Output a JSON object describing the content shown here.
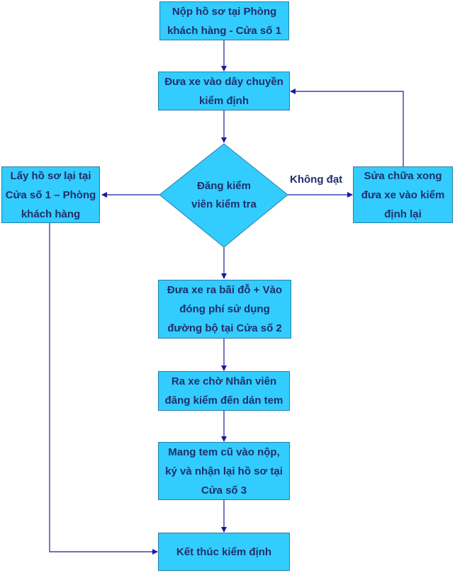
{
  "nodes": {
    "submit": "Nộp hồ sơ tại Phòng khách hàng - Cửa số 1",
    "line": "Đưa xe vào dây chuyền kiểm định",
    "inspect": "Đăng kiểm viên kiểm tra",
    "retrieve": "Lấy hồ sơ lại tại Cửa số 1 – Phòng khách hàng",
    "repair": "Sửa chữa xong đưa xe vào kiểm định lại",
    "fee": "Đưa xe ra bãi đỗ + Vào đóng phí sử dụng đường bộ tại Cửa số 2",
    "wait": "Ra xe chờ Nhân viên đăng kiểm đến dán tem",
    "stamp": "Mang tem cũ vào nộp, ký và nhận lại hồ sơ tại Cửa số 3",
    "end": "Kết thúc kiểm định"
  },
  "edges": {
    "fail_label": "Không đạt"
  },
  "colors": {
    "box_fill": "#33ccff",
    "box_border": "#2a7fa5",
    "text": "#1f2f6b",
    "arrow": "#1a1aa0"
  }
}
